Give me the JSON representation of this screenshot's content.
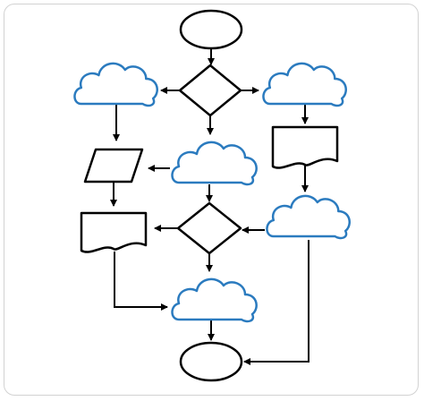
{
  "diagram": {
    "type": "flowchart",
    "style": {
      "cloud_stroke": "#2b7bbf",
      "shape_stroke": "#000000",
      "fill": "#ffffff",
      "frame_border": "#d2d2d2"
    },
    "nodes": [
      {
        "id": "start",
        "kind": "terminator-oval",
        "label": ""
      },
      {
        "id": "decision-1",
        "kind": "decision-diamond",
        "label": ""
      },
      {
        "id": "cloud-left-1",
        "kind": "cloud",
        "label": ""
      },
      {
        "id": "cloud-right-1",
        "kind": "cloud",
        "label": ""
      },
      {
        "id": "data-parallelogram",
        "kind": "data-parallelogram",
        "label": ""
      },
      {
        "id": "cloud-center-1",
        "kind": "cloud",
        "label": ""
      },
      {
        "id": "document-right",
        "kind": "document",
        "label": ""
      },
      {
        "id": "document-left",
        "kind": "document",
        "label": ""
      },
      {
        "id": "decision-2",
        "kind": "decision-diamond",
        "label": ""
      },
      {
        "id": "cloud-right-2",
        "kind": "cloud",
        "label": ""
      },
      {
        "id": "cloud-center-2",
        "kind": "cloud",
        "label": ""
      },
      {
        "id": "end",
        "kind": "terminator-oval",
        "label": ""
      }
    ],
    "edges": [
      {
        "from": "start",
        "to": "decision-1"
      },
      {
        "from": "decision-1",
        "to": "cloud-left-1"
      },
      {
        "from": "decision-1",
        "to": "cloud-right-1"
      },
      {
        "from": "decision-1",
        "to": "cloud-center-1"
      },
      {
        "from": "cloud-left-1",
        "to": "data-parallelogram"
      },
      {
        "from": "cloud-center-1",
        "to": "data-parallelogram"
      },
      {
        "from": "cloud-right-1",
        "to": "document-right"
      },
      {
        "from": "document-right",
        "to": "cloud-right-2"
      },
      {
        "from": "data-parallelogram",
        "to": "document-left"
      },
      {
        "from": "cloud-center-1",
        "to": "decision-2"
      },
      {
        "from": "decision-2",
        "to": "document-left"
      },
      {
        "from": "cloud-right-2",
        "to": "decision-2"
      },
      {
        "from": "decision-2",
        "to": "cloud-center-2"
      },
      {
        "from": "document-left",
        "to": "cloud-center-2"
      },
      {
        "from": "cloud-center-2",
        "to": "end"
      },
      {
        "from": "cloud-right-2",
        "to": "end"
      }
    ]
  }
}
